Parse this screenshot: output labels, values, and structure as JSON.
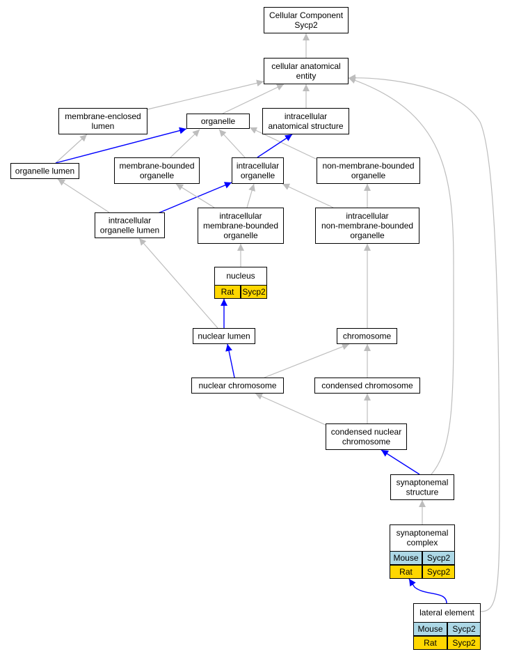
{
  "graph": {
    "colors": {
      "node_fill": "#ffffff",
      "node_stroke": "#000000",
      "edge_gray": "#bdbdbd",
      "edge_blue": "#0000ff",
      "mouse_cell": "#add8e6",
      "rat_cell": "#ffd700"
    },
    "nodes": [
      {
        "id": "cc",
        "lines": [
          "Cellular Component",
          "Sycp2"
        ]
      },
      {
        "id": "cae",
        "lines": [
          "cellular anatomical",
          "entity"
        ]
      },
      {
        "id": "mel",
        "lines": [
          "membrane-enclosed",
          "lumen"
        ]
      },
      {
        "id": "org",
        "lines": [
          "organelle"
        ]
      },
      {
        "id": "ias",
        "lines": [
          "intracellular",
          "anatomical structure"
        ]
      },
      {
        "id": "orglum",
        "lines": [
          "organelle lumen"
        ]
      },
      {
        "id": "mbo",
        "lines": [
          "membrane-bounded",
          "organelle"
        ]
      },
      {
        "id": "io",
        "lines": [
          "intracellular",
          "organelle"
        ]
      },
      {
        "id": "nmbo",
        "lines": [
          "non-membrane-bounded",
          "organelle"
        ]
      },
      {
        "id": "iol",
        "lines": [
          "intracellular",
          "organelle lumen"
        ]
      },
      {
        "id": "imbo",
        "lines": [
          "intracellular",
          "membrane-bounded",
          "organelle"
        ]
      },
      {
        "id": "inmbo",
        "lines": [
          "intracellular",
          "non-membrane-bounded",
          "organelle"
        ]
      },
      {
        "id": "nuc",
        "lines": [
          "nucleus"
        ],
        "rows": [
          {
            "cells": [
              "Rat",
              "Sycp2"
            ],
            "color": "rat"
          }
        ]
      },
      {
        "id": "nl",
        "lines": [
          "nuclear lumen"
        ]
      },
      {
        "id": "chr",
        "lines": [
          "chromosome"
        ]
      },
      {
        "id": "nchr",
        "lines": [
          "nuclear chromosome"
        ]
      },
      {
        "id": "cchr",
        "lines": [
          "condensed chromosome"
        ]
      },
      {
        "id": "cnchr",
        "lines": [
          "condensed nuclear",
          "chromosome"
        ]
      },
      {
        "id": "ss",
        "lines": [
          "synaptonemal",
          "structure"
        ]
      },
      {
        "id": "sc",
        "lines": [
          "synaptonemal",
          "complex"
        ],
        "rows": [
          {
            "cells": [
              "Mouse",
              "Sycp2"
            ],
            "color": "mouse"
          },
          {
            "cells": [
              "Rat",
              "Sycp2"
            ],
            "color": "rat"
          }
        ]
      },
      {
        "id": "le",
        "lines": [
          "lateral element"
        ],
        "rows": [
          {
            "cells": [
              "Mouse",
              "Sycp2"
            ],
            "color": "mouse"
          },
          {
            "cells": [
              "Rat",
              "Sycp2"
            ],
            "color": "rat"
          }
        ]
      }
    ],
    "edges": [
      {
        "from": "cae",
        "to": "cc",
        "color": "gray"
      },
      {
        "from": "mel",
        "to": "cae",
        "color": "gray"
      },
      {
        "from": "org",
        "to": "cae",
        "color": "gray"
      },
      {
        "from": "ias",
        "to": "cae",
        "color": "gray"
      },
      {
        "from": "ss",
        "to": "cae",
        "color": "gray"
      },
      {
        "from": "le",
        "to": "cae",
        "color": "gray"
      },
      {
        "from": "orglum",
        "to": "mel",
        "color": "gray"
      },
      {
        "from": "orglum",
        "to": "org",
        "color": "blue"
      },
      {
        "from": "mbo",
        "to": "org",
        "color": "gray"
      },
      {
        "from": "io",
        "to": "org",
        "color": "gray"
      },
      {
        "from": "nmbo",
        "to": "org",
        "color": "gray"
      },
      {
        "from": "io",
        "to": "ias",
        "color": "blue"
      },
      {
        "from": "iol",
        "to": "orglum",
        "color": "gray"
      },
      {
        "from": "iol",
        "to": "io",
        "color": "blue"
      },
      {
        "from": "imbo",
        "to": "mbo",
        "color": "gray"
      },
      {
        "from": "imbo",
        "to": "io",
        "color": "gray"
      },
      {
        "from": "inmbo",
        "to": "io",
        "color": "gray"
      },
      {
        "from": "inmbo",
        "to": "nmbo",
        "color": "gray"
      },
      {
        "from": "nuc",
        "to": "imbo",
        "color": "gray"
      },
      {
        "from": "nl",
        "to": "iol",
        "color": "gray"
      },
      {
        "from": "nl",
        "to": "nuc",
        "color": "blue"
      },
      {
        "from": "chr",
        "to": "inmbo",
        "color": "gray"
      },
      {
        "from": "nchr",
        "to": "nl",
        "color": "blue"
      },
      {
        "from": "nchr",
        "to": "chr",
        "color": "gray"
      },
      {
        "from": "cchr",
        "to": "chr",
        "color": "gray"
      },
      {
        "from": "cnchr",
        "to": "nchr",
        "color": "gray"
      },
      {
        "from": "cnchr",
        "to": "cchr",
        "color": "gray"
      },
      {
        "from": "ss",
        "to": "cnchr",
        "color": "blue"
      },
      {
        "from": "sc",
        "to": "ss",
        "color": "gray"
      },
      {
        "from": "le",
        "to": "sc",
        "color": "blue"
      }
    ]
  }
}
